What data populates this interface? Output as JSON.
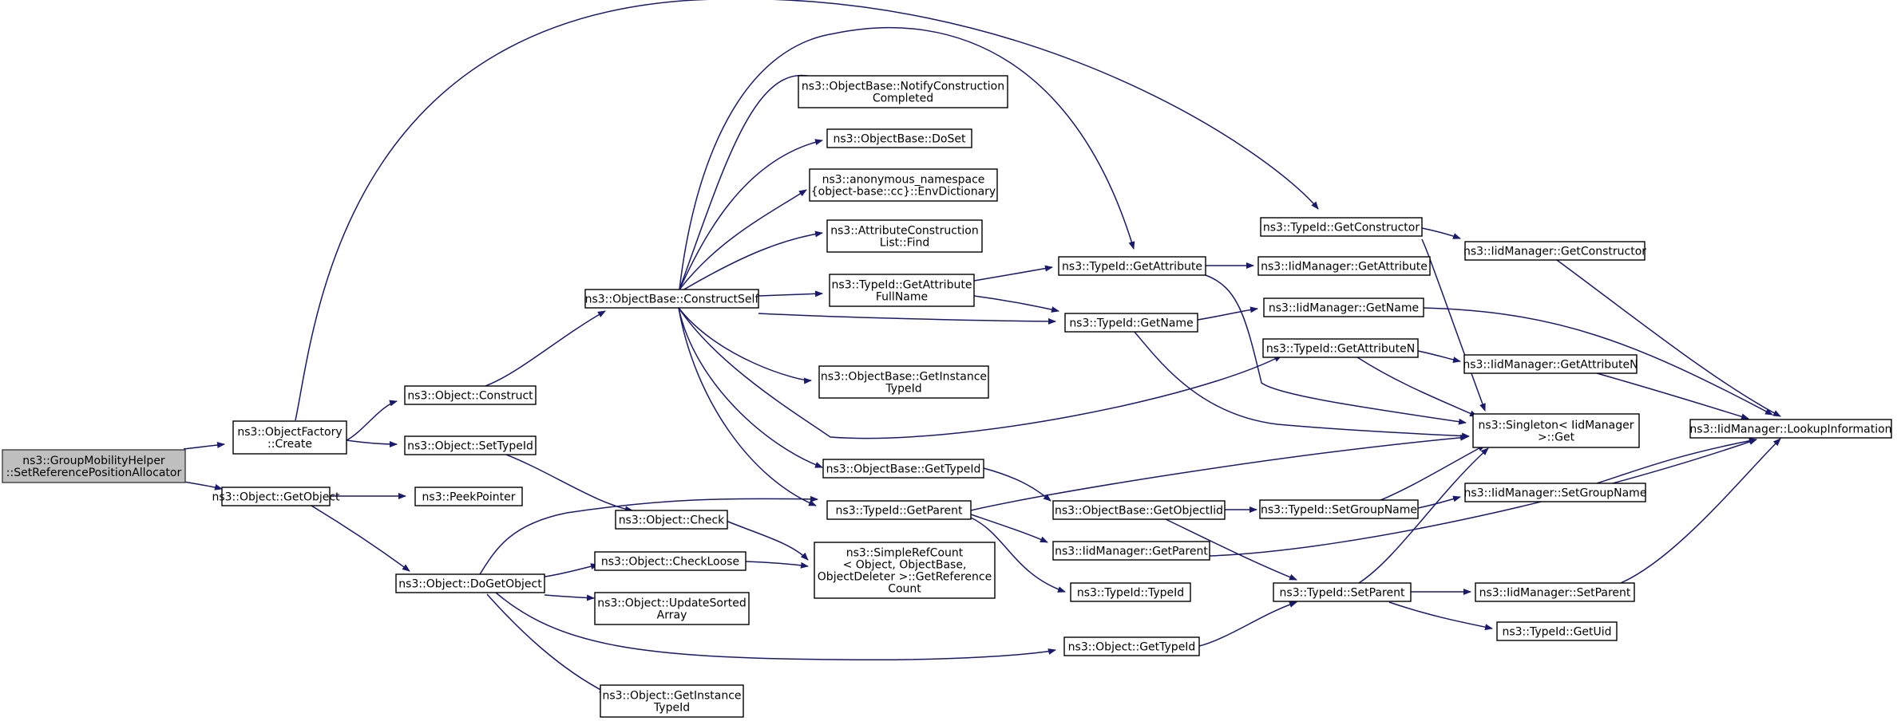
{
  "colors": {
    "edge": "#191970",
    "node_border": "#000000",
    "root_fill": "#bfbfbf",
    "background": "#ffffff"
  },
  "nodes": {
    "root": [
      "ns3::GroupMobilityHelper",
      "::SetReferencePositionAllocator"
    ],
    "objectfactory_create": [
      "ns3::ObjectFactory",
      "::Create"
    ],
    "object_getobject": [
      "ns3::Object::GetObject"
    ],
    "object_construct": [
      "ns3::Object::Construct"
    ],
    "object_settypeid": [
      "ns3::Object::SetTypeId"
    ],
    "peekpointer": [
      "ns3::PeekPointer"
    ],
    "object_dogetobject": [
      "ns3::Object::DoGetObject"
    ],
    "objectbase_constructself": [
      "ns3::ObjectBase::ConstructSelf"
    ],
    "object_check": [
      "ns3::Object::Check"
    ],
    "object_checkloose": [
      "ns3::Object::CheckLoose"
    ],
    "object_updatesortedarray": [
      "ns3::Object::UpdateSorted",
      "Array"
    ],
    "object_getinstancetypeid": [
      "ns3::Object::GetInstance",
      "TypeId"
    ],
    "objectbase_notifyconstruction": [
      "ns3::ObjectBase::NotifyConstruction",
      "Completed"
    ],
    "objectbase_doset": [
      "ns3::ObjectBase::DoSet"
    ],
    "envdictionary": [
      "ns3::anonymous_namespace",
      "{object-base::cc}::EnvDictionary"
    ],
    "attributeconstructionlist_find": [
      "ns3::AttributeConstruction",
      "List::Find"
    ],
    "typeid_getattributefullname": [
      "ns3::TypeId::GetAttribute",
      "FullName"
    ],
    "objectbase_getinstancetypeid": [
      "ns3::ObjectBase::GetInstance",
      "TypeId"
    ],
    "objectbase_gettypeid": [
      "ns3::ObjectBase::GetTypeId"
    ],
    "typeid_getparent": [
      "ns3::TypeId::GetParent"
    ],
    "simplerefcount": [
      "ns3::SimpleRefCount",
      "< Object, ObjectBase,",
      "ObjectDeleter >::GetReference",
      "Count"
    ],
    "typeid_getattribute": [
      "ns3::TypeId::GetAttribute"
    ],
    "typeid_getname": [
      "ns3::TypeId::GetName"
    ],
    "objectbase_getobjectiid": [
      "ns3::ObjectBase::GetObjectIid"
    ],
    "iidmanager_getparent": [
      "ns3::IidManager::GetParent"
    ],
    "typeid_typeid": [
      "ns3::TypeId::TypeId"
    ],
    "object_gettypeid": [
      "ns3::Object::GetTypeId"
    ],
    "typeid_getconstructor": [
      "ns3::TypeId::GetConstructor"
    ],
    "iidmanager_getattribute": [
      "ns3::IidManager::GetAttribute"
    ],
    "iidmanager_getname": [
      "ns3::IidManager::GetName"
    ],
    "typeid_getattributen": [
      "ns3::TypeId::GetAttributeN"
    ],
    "typeid_setgroupname": [
      "ns3::TypeId::SetGroupName"
    ],
    "typeid_setparent": [
      "ns3::TypeId::SetParent"
    ],
    "iidmanager_getconstructor": [
      "ns3::IidManager::GetConstructor"
    ],
    "iidmanager_getattributen": [
      "ns3::IidManager::GetAttributeN"
    ],
    "singleton_get": [
      "ns3::Singleton< IidManager",
      " >::Get"
    ],
    "iidmanager_setgroupname": [
      "ns3::IidManager::SetGroupName"
    ],
    "iidmanager_setparent": [
      "ns3::IidManager::SetParent"
    ],
    "typeid_getuid": [
      "ns3::TypeId::GetUid"
    ],
    "iidmanager_lookupinformation": [
      "ns3::IidManager::LookupInformation"
    ]
  }
}
